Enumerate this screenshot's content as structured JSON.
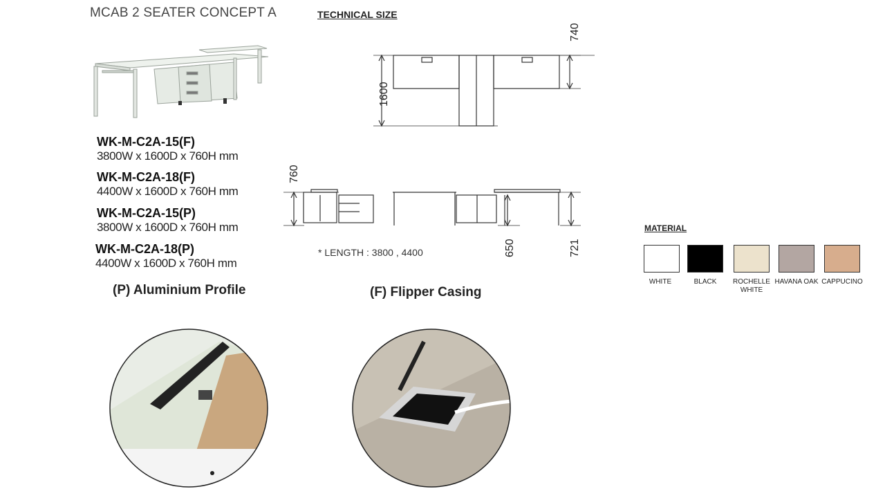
{
  "header": {
    "title": "MCAB 2 SEATER CONCEPT A",
    "technical_title": "TECHNICAL SIZE"
  },
  "products": [
    {
      "code": "WK-M-C2A-15(F)",
      "dims": "3800W x 1600D x 760H mm"
    },
    {
      "code": "WK-M-C2A-18(F)",
      "dims": "4400W x 1600D x 760H mm"
    },
    {
      "code": "WK-M-C2A-15(P)",
      "dims": "3800W x 1600D x 760H mm"
    },
    {
      "code": "WK-M-C2A-18(P)",
      "dims": "4400W x 1600D x 760H mm"
    }
  ],
  "captions": {
    "profile": "(P) Aluminium Profile",
    "flipper": "(F) Flipper Casing"
  },
  "dimensions": {
    "top_height": "740",
    "depth": "1600",
    "side_height": "760",
    "under_height": "650",
    "right_height": "721",
    "length_note": "* LENGTH : 3800 , 4400"
  },
  "material": {
    "title": "MATERIAL",
    "items": [
      {
        "label": "WHITE",
        "color": "#ffffff"
      },
      {
        "label": "BLACK",
        "color": "#000000"
      },
      {
        "label": "ROCHELLE WHITE",
        "color": "#ece2cc"
      },
      {
        "label": "HAVANA OAK",
        "color": "#b3a6a2"
      },
      {
        "label": "CAPPUCINO",
        "color": "#d7ad8d"
      }
    ]
  }
}
